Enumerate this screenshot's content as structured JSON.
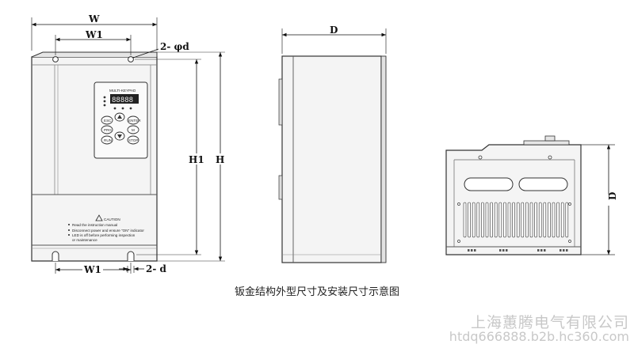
{
  "front_view": {
    "dim_w": "W",
    "dim_w1_top": "W1",
    "dim_hole_top": "2- φd",
    "dim_h1": "H1",
    "dim_h": "H",
    "dim_w1_bottom": "W1",
    "dim_slot_bottom": "2- d"
  },
  "keypad": {
    "header": "MULTI-KEYPAD",
    "display": "88888",
    "key_esc": "ESC",
    "key_enter": "ENTER",
    "key_prg": "PRG",
    "key_run": "RUN",
    "key_stop": "STOP",
    "key_m": "M"
  },
  "caution": {
    "title": "CAUTION",
    "lines": [
      "Read the instruction manual",
      "Disconnect power and ensure \"ON\" indicator",
      "LED is off before performing inspection",
      "or maintenance"
    ]
  },
  "side_view": {
    "dim_d": "D"
  },
  "bottom_view": {
    "dim_d": "D"
  },
  "caption": "钣金结构外型尺寸及安装尺寸示意图",
  "watermark": {
    "company": "上海蕙腾电气有限公司",
    "url": "htdq666888.b2b.hc360.com"
  }
}
